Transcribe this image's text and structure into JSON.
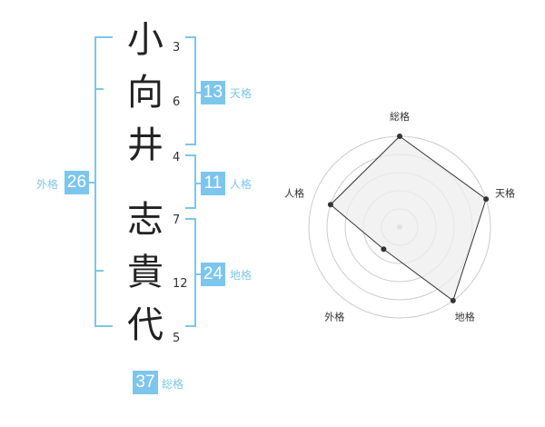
{
  "name": {
    "chars": [
      {
        "char": "小",
        "strokes": "3"
      },
      {
        "char": "向",
        "strokes": "6"
      },
      {
        "char": "井",
        "strokes": "4"
      },
      {
        "char": "志",
        "strokes": "7"
      },
      {
        "char": "貴",
        "strokes": "12"
      },
      {
        "char": "代",
        "strokes": "5"
      }
    ]
  },
  "grids": {
    "tenkaku": {
      "value": "13",
      "label": "天格"
    },
    "jinkaku": {
      "value": "11",
      "label": "人格"
    },
    "chikaku": {
      "value": "24",
      "label": "地格"
    },
    "gaikaku": {
      "value": "26",
      "label": "外格"
    },
    "soukaku": {
      "value": "37",
      "label": "総格"
    }
  },
  "chart_data": {
    "type": "radar",
    "axes": [
      "総格",
      "天格",
      "地格",
      "外格",
      "人格"
    ],
    "values": [
      5,
      5,
      5,
      1.5,
      4
    ],
    "max": 5,
    "rings": 5,
    "colors": {
      "fill": "#eeeeee",
      "line": "#333333",
      "ring": "#cccccc",
      "center": "#bbbbbb"
    }
  },
  "colors": {
    "accent": "#7cc6ee"
  }
}
